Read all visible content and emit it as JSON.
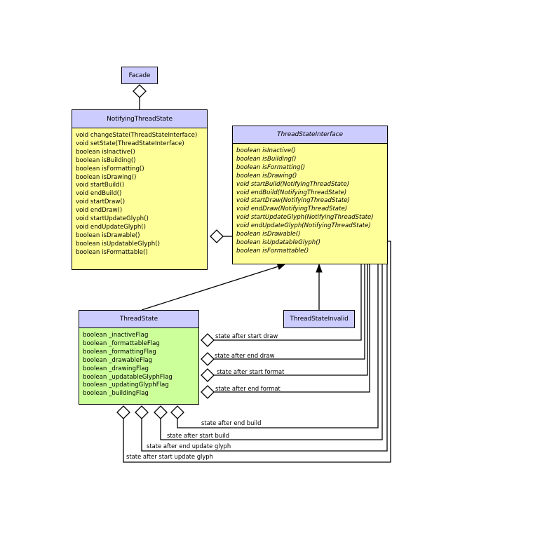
{
  "classes": {
    "facade": {
      "name": "Facade"
    },
    "notifying": {
      "name": "NotifyingThreadState",
      "methods": [
        "void changeState(ThreadStateInterface)",
        "void setState(ThreadStateInterface)",
        "boolean isInactive()",
        "boolean isBuilding()",
        "boolean isFormatting()",
        "boolean isDrawing()",
        "void startBuild()",
        "void endBuild()",
        "void startDraw()",
        "void endDraw()",
        "void startUpdateGlyph()",
        "void endUpdateGlyph()",
        "boolean isDrawable()",
        "boolean isUpdatableGlyph()",
        "boolean isFormattable()"
      ]
    },
    "interface": {
      "name": "ThreadStateInterface",
      "methods": [
        "boolean isInactive()",
        "boolean isBuilding()",
        "boolean isFormatting()",
        "boolean isDrawing()",
        "void startBuild(NotifyingThreadState)",
        "void endBuild(NotifyingThreadState)",
        "void startDraw(NotifyingThreadState)",
        "void endDraw(NotifyingThreadState)",
        "void startUpdateGlyph(NotifyingThreadState)",
        "void endUpdateGlyph(NotifyingThreadState)",
        "boolean isDrawable()",
        "boolean isUpdatableGlyph()",
        "boolean isFormattable()"
      ]
    },
    "threadstate": {
      "name": "ThreadState",
      "fields": [
        "boolean _inactiveFlag",
        "boolean _formattableFlag",
        "boolean _formattingFlag",
        "boolean _drawableFlag",
        "boolean _drawingFlag",
        "boolean _updatableGlyphFlag",
        "boolean _updatingGlyphFlag",
        "boolean _buildingFlag"
      ]
    },
    "invalid": {
      "name": "ThreadStateInvalid"
    }
  },
  "associations": {
    "after_start_draw": "state after start draw",
    "after_end_draw": "state after end draw",
    "after_start_format": "state after start format",
    "after_end_format": "state after end format",
    "after_end_build": "state after end build",
    "after_start_build": "state after start build",
    "after_end_update_glyph": "state after end update glyph",
    "after_start_update_glyph": "state after start update glyph"
  },
  "colors": {
    "title_fill": "#ccccff",
    "yellow_fill": "#ffff99",
    "green_fill": "#ccff99",
    "line": "#000000"
  }
}
